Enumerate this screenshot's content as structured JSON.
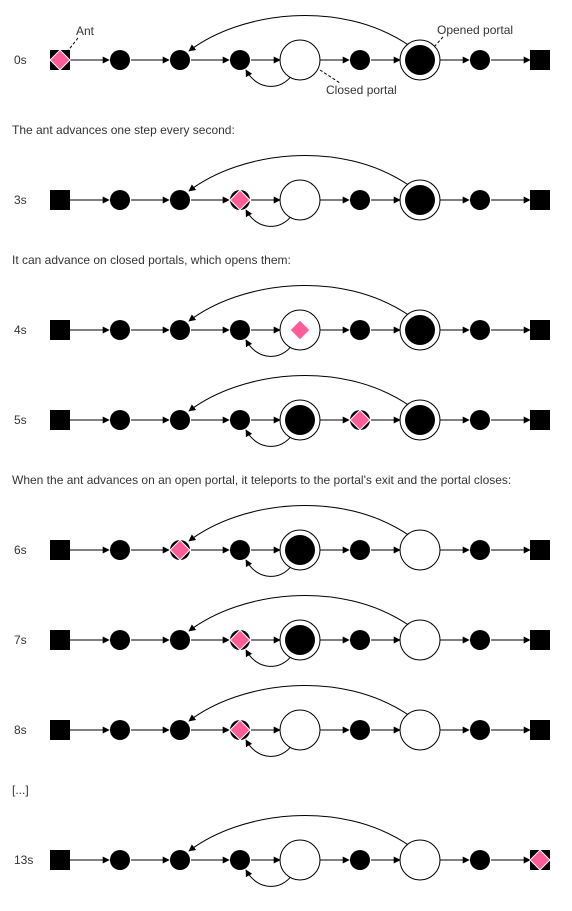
{
  "labels": {
    "ant": "Ant",
    "opened_portal": "Opened portal",
    "closed_portal": "Closed portal"
  },
  "captions": [
    "The ant advances one step every second:",
    "It can advance on closed portals, which opens them:",
    "When the ant advances on an open portal, it teleports to the portal's exit and the portal closes:",
    "[...]"
  ],
  "colors": {
    "node": "#000000",
    "ant": "#ff5c9a",
    "text": "#333333",
    "background": "#ffffff"
  },
  "rows": [
    {
      "time": "0s",
      "portal1_open": false,
      "portal2_open": true,
      "ant": "start"
    },
    {
      "time": "3s",
      "portal1_open": false,
      "portal2_open": true,
      "ant": "node3"
    },
    {
      "time": "4s",
      "portal1_open": false,
      "portal2_open": true,
      "ant": "portal1"
    },
    {
      "time": "5s",
      "portal1_open": true,
      "portal2_open": true,
      "ant": "node5"
    },
    {
      "time": "6s",
      "portal1_open": true,
      "portal2_open": false,
      "ant": "node2"
    },
    {
      "time": "7s",
      "portal1_open": true,
      "portal2_open": false,
      "ant": "node3"
    },
    {
      "time": "8s",
      "portal1_open": false,
      "portal2_open": false,
      "ant": "node3"
    },
    {
      "time": "13s",
      "portal1_open": false,
      "portal2_open": false,
      "ant": "end"
    }
  ]
}
